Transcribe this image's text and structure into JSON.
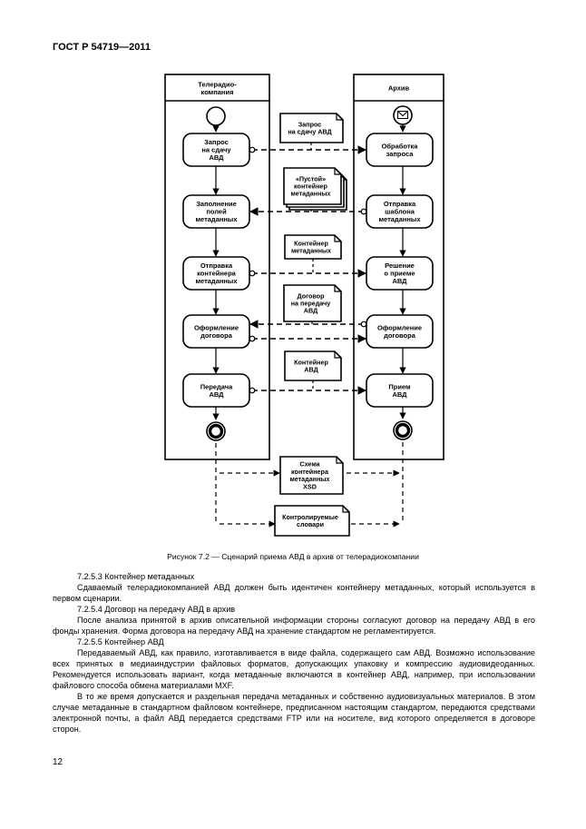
{
  "header": {
    "standard": "ГОСТ Р 54719—2011"
  },
  "diagram": {
    "lanes": {
      "left": [
        "Телерадио-",
        "компания"
      ],
      "right": [
        "Архив"
      ]
    },
    "left_actions": [
      [
        "Запрос",
        "на сдачу",
        "АВД"
      ],
      [
        "Заполнение",
        "полей",
        "метаданных"
      ],
      [
        "Отправка",
        "контейнера",
        "метаданных"
      ],
      [
        "Оформление",
        "договора"
      ],
      [
        "Передача",
        "АВД"
      ]
    ],
    "right_actions": [
      [
        "Обработка",
        "запроса"
      ],
      [
        "Отправка",
        "шаблона",
        "метаданных"
      ],
      [
        "Решение",
        "о приеме",
        "АВД"
      ],
      [
        "Оформление",
        "договора"
      ],
      [
        "Прием",
        "АВД"
      ]
    ],
    "documents": [
      [
        "Запрос",
        "на сдачу АВД"
      ],
      [
        "«Пустой»",
        "контейнер",
        "метаданных"
      ],
      [
        "Контейнер",
        "метаданных"
      ],
      [
        "Договор",
        "на передачу",
        "АВД"
      ],
      [
        "Контейнер",
        "АВД"
      ]
    ],
    "bottom_documents": [
      [
        "Схема",
        "контейнера",
        "метаданных",
        "XSD"
      ],
      [
        "Контролируемые",
        "словари"
      ]
    ]
  },
  "caption": "Рисунок 7.2 — Сценарий приема АВД в архив от телерадиокомпании",
  "body": {
    "s1_heading": "7.2.5.3 Контейнер метаданных",
    "s1_text": "Сдаваемый телерадиокомпанией АВД должен быть идентичен контейнеру метаданных, который используется в первом сценарии.",
    "s2_heading": "7.2.5.4 Договор на передачу АВД в архив",
    "s2_text": "После анализа принятой в архив описательной информации стороны согласуют договор на передачу АВД в его фонды хранения. Форма договора на передачу АВД на хранение стандартом не регламентируется.",
    "s3_heading": "7.2.5.5 Контейнер АВД",
    "s3_text1": "Передаваемый АВД, как правило, изготавливается в виде файла, содержащего сам АВД. Возможно использование всех принятых в медиаиндустрии файловых форматов, допускающих упаковку и компрессию аудиовидеоданных. Рекомендуется использовать вариант, когда метаданные включаются в контейнер АВД, например, при использовании файлового способа обмена материалами MXF.",
    "s3_text2": "В то же время допускается и раздельная передача метаданных и собственно аудиовизуальных материалов. В этом случае метаданные в стандартном файловом контейнере, предписанном настоящим стандартом, передаются средствами электронной почты, а файл АВД передается средствами FTP или на носителе, вид которого определяется в договоре сторон."
  },
  "page_number": "12"
}
